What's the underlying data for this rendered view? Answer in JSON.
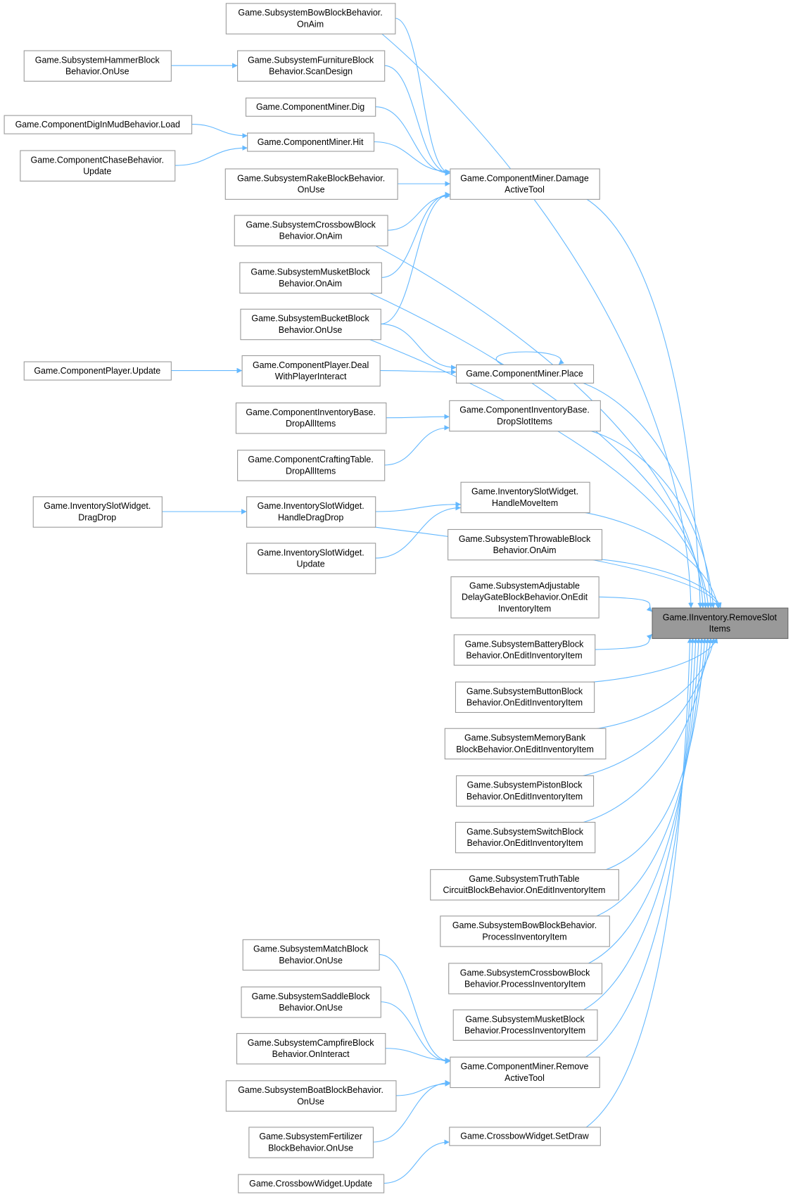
{
  "diagram": {
    "title": "Game.IInventory.RemoveSlotItems caller graph",
    "colors": {
      "edge": "#63b8ff",
      "node_border": "#999999",
      "target_fill": "#999999"
    },
    "nodes": [
      {
        "id": "bow_aim",
        "lines": [
          "Game.SubsystemBowBlockBehavior.",
          "OnAim"
        ]
      },
      {
        "id": "hammer",
        "lines": [
          "Game.SubsystemHammerBlock",
          "Behavior.OnUse"
        ]
      },
      {
        "id": "furniture",
        "lines": [
          "Game.SubsystemFurnitureBlock",
          "Behavior.ScanDesign"
        ]
      },
      {
        "id": "dig",
        "lines": [
          "Game.ComponentMiner.Dig"
        ]
      },
      {
        "id": "digmud",
        "lines": [
          "Game.ComponentDigInMudBehavior.Load"
        ]
      },
      {
        "id": "hit",
        "lines": [
          "Game.ComponentMiner.Hit"
        ]
      },
      {
        "id": "chase",
        "lines": [
          "Game.ComponentChaseBehavior.",
          "Update"
        ]
      },
      {
        "id": "rake",
        "lines": [
          "Game.SubsystemRakeBlockBehavior.",
          "OnUse"
        ]
      },
      {
        "id": "damage",
        "lines": [
          "Game.ComponentMiner.Damage",
          "ActiveTool"
        ]
      },
      {
        "id": "crossbow_aim",
        "lines": [
          "Game.SubsystemCrossbowBlock",
          "Behavior.OnAim"
        ]
      },
      {
        "id": "musket_aim",
        "lines": [
          "Game.SubsystemMusketBlock",
          "Behavior.OnAim"
        ]
      },
      {
        "id": "bucket",
        "lines": [
          "Game.SubsystemBucketBlock",
          "Behavior.OnUse"
        ]
      },
      {
        "id": "player_update",
        "lines": [
          "Game.ComponentPlayer.Update"
        ]
      },
      {
        "id": "deal",
        "lines": [
          "Game.ComponentPlayer.Deal",
          "WithPlayerInteract"
        ]
      },
      {
        "id": "place",
        "lines": [
          "Game.ComponentMiner.Place"
        ]
      },
      {
        "id": "invbase_dropall",
        "lines": [
          "Game.ComponentInventoryBase.",
          "DropAllItems"
        ]
      },
      {
        "id": "dropslot",
        "lines": [
          "Game.ComponentInventoryBase.",
          "DropSlotItems"
        ]
      },
      {
        "id": "crafting",
        "lines": [
          "Game.ComponentCraftingTable.",
          "DropAllItems"
        ]
      },
      {
        "id": "dragdrop",
        "lines": [
          "Game.InventorySlotWidget.",
          "DragDrop"
        ]
      },
      {
        "id": "handledragdrop",
        "lines": [
          "Game.InventorySlotWidget.",
          "HandleDragDrop"
        ]
      },
      {
        "id": "handlemove",
        "lines": [
          "Game.InventorySlotWidget.",
          "HandleMoveItem"
        ]
      },
      {
        "id": "slot_update",
        "lines": [
          "Game.InventorySlotWidget.",
          "Update"
        ]
      },
      {
        "id": "throwable",
        "lines": [
          "Game.SubsystemThrowableBlock",
          "Behavior.OnAim"
        ]
      },
      {
        "id": "delaygate",
        "lines": [
          "Game.SubsystemAdjustable",
          "DelayGateBlockBehavior.OnEdit",
          "InventoryItem"
        ]
      },
      {
        "id": "target",
        "lines": [
          "Game.IInventory.RemoveSlot",
          "Items"
        ]
      },
      {
        "id": "battery",
        "lines": [
          "Game.SubsystemBatteryBlock",
          "Behavior.OnEditInventoryItem"
        ]
      },
      {
        "id": "button",
        "lines": [
          "Game.SubsystemButtonBlock",
          "Behavior.OnEditInventoryItem"
        ]
      },
      {
        "id": "memory",
        "lines": [
          "Game.SubsystemMemoryBank",
          "BlockBehavior.OnEditInventoryItem"
        ]
      },
      {
        "id": "piston",
        "lines": [
          "Game.SubsystemPistonBlock",
          "Behavior.OnEditInventoryItem"
        ]
      },
      {
        "id": "switch",
        "lines": [
          "Game.SubsystemSwitchBlock",
          "Behavior.OnEditInventoryItem"
        ]
      },
      {
        "id": "truth",
        "lines": [
          "Game.SubsystemTruthTable",
          "CircuitBlockBehavior.OnEditInventoryItem"
        ]
      },
      {
        "id": "bow_process",
        "lines": [
          "Game.SubsystemBowBlockBehavior.",
          "ProcessInventoryItem"
        ]
      },
      {
        "id": "crossbow_process",
        "lines": [
          "Game.SubsystemCrossbowBlock",
          "Behavior.ProcessInventoryItem"
        ]
      },
      {
        "id": "musket_process",
        "lines": [
          "Game.SubsystemMusketBlock",
          "Behavior.ProcessInventoryItem"
        ]
      },
      {
        "id": "match",
        "lines": [
          "Game.SubsystemMatchBlock",
          "Behavior.OnUse"
        ]
      },
      {
        "id": "saddle",
        "lines": [
          "Game.SubsystemSaddleBlock",
          "Behavior.OnUse"
        ]
      },
      {
        "id": "campfire",
        "lines": [
          "Game.SubsystemCampfireBlock",
          "Behavior.OnInteract"
        ]
      },
      {
        "id": "remove",
        "lines": [
          "Game.ComponentMiner.Remove",
          "ActiveTool"
        ]
      },
      {
        "id": "boat",
        "lines": [
          "Game.SubsystemBoatBlockBehavior.",
          "OnUse"
        ]
      },
      {
        "id": "fertilizer",
        "lines": [
          "Game.SubsystemFertilizer",
          "BlockBehavior.OnUse"
        ]
      },
      {
        "id": "setdraw",
        "lines": [
          "Game.CrossbowWidget.SetDraw"
        ]
      },
      {
        "id": "cw_update",
        "lines": [
          "Game.CrossbowWidget.Update"
        ]
      }
    ],
    "edges": [
      [
        "bow_aim",
        "damage"
      ],
      [
        "bow_aim",
        "target"
      ],
      [
        "hammer",
        "furniture"
      ],
      [
        "furniture",
        "damage"
      ],
      [
        "dig",
        "damage"
      ],
      [
        "digmud",
        "hit"
      ],
      [
        "chase",
        "hit"
      ],
      [
        "hit",
        "damage"
      ],
      [
        "rake",
        "damage"
      ],
      [
        "crossbow_aim",
        "damage"
      ],
      [
        "crossbow_aim",
        "target"
      ],
      [
        "musket_aim",
        "damage"
      ],
      [
        "musket_aim",
        "target"
      ],
      [
        "bucket",
        "damage"
      ],
      [
        "bucket",
        "target"
      ],
      [
        "bucket",
        "place"
      ],
      [
        "player_update",
        "deal"
      ],
      [
        "deal",
        "place"
      ],
      [
        "place",
        "place"
      ],
      [
        "place",
        "target"
      ],
      [
        "invbase_dropall",
        "dropslot"
      ],
      [
        "crafting",
        "dropslot"
      ],
      [
        "dropslot",
        "target"
      ],
      [
        "dragdrop",
        "handledragdrop"
      ],
      [
        "handledragdrop",
        "handlemove"
      ],
      [
        "handledragdrop",
        "target"
      ],
      [
        "slot_update",
        "handlemove"
      ],
      [
        "handlemove",
        "target"
      ],
      [
        "damage",
        "target"
      ],
      [
        "throwable",
        "target"
      ],
      [
        "delaygate",
        "target"
      ],
      [
        "battery",
        "target"
      ],
      [
        "button",
        "target"
      ],
      [
        "memory",
        "target"
      ],
      [
        "piston",
        "target"
      ],
      [
        "switch",
        "target"
      ],
      [
        "truth",
        "target"
      ],
      [
        "bow_process",
        "target"
      ],
      [
        "crossbow_process",
        "target"
      ],
      [
        "musket_process",
        "target"
      ],
      [
        "match",
        "remove"
      ],
      [
        "saddle",
        "remove"
      ],
      [
        "campfire",
        "remove"
      ],
      [
        "boat",
        "remove"
      ],
      [
        "fertilizer",
        "remove"
      ],
      [
        "remove",
        "target"
      ],
      [
        "cw_update",
        "setdraw"
      ],
      [
        "setdraw",
        "target"
      ]
    ]
  }
}
